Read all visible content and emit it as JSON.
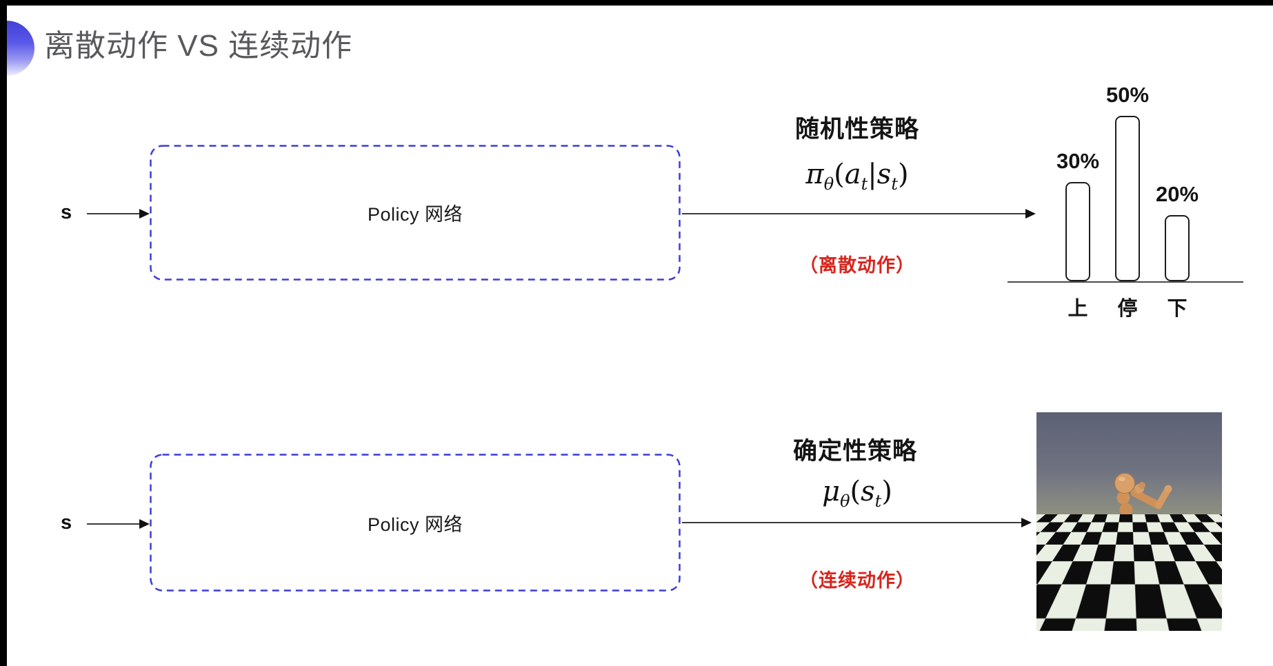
{
  "title": {
    "text": "离散动作 VS 连续动作",
    "color": "#58595b",
    "accent_gradient_top": "#4140d8",
    "accent_gradient_bottom": "#eeeefd"
  },
  "discrete_row": {
    "input_label": "s",
    "network_label": "Policy 网络",
    "policy_title": "随机性策略",
    "formula": {
      "sym": "π",
      "sym_sub": "θ",
      "open": "(",
      "arg1": "a",
      "arg1_sub": "t",
      "pipe": "|",
      "arg2": "s",
      "arg2_sub": "t",
      "close": ")"
    },
    "action_note": "（离散动作）"
  },
  "continuous_row": {
    "input_label": "s",
    "network_label": "Policy 网络",
    "policy_title": "确定性策略",
    "formula": {
      "sym": "μ",
      "sym_sub": "θ",
      "open": "(",
      "arg1": "s",
      "arg1_sub": "t",
      "close": ")"
    },
    "action_note": "（连续动作）"
  },
  "chart_data": {
    "type": "bar",
    "categories": [
      "上",
      "停",
      "下"
    ],
    "values": [
      30,
      50,
      20
    ],
    "value_labels": [
      "30%",
      "50%",
      "20%"
    ],
    "title": "",
    "xlabel": "",
    "ylabel": "",
    "ylim": [
      0,
      60
    ],
    "grid": false,
    "legend": false,
    "bar_fill": "#ffffff",
    "bar_border": "#1b1b1b"
  },
  "simulation_image": {
    "name": "mujoco-humanoid-on-checkerboard",
    "sky_top": "#5c6175",
    "sky_horizon": "#90917f",
    "tile_light": "#e9efe3",
    "tile_dark": "#0d0d0d",
    "robot_color": "#cf9058"
  },
  "colors": {
    "box_border": "#3c3cd8",
    "arrow": "#3a3a3a",
    "note_red": "#d6251d",
    "frame_border": "#000000"
  }
}
